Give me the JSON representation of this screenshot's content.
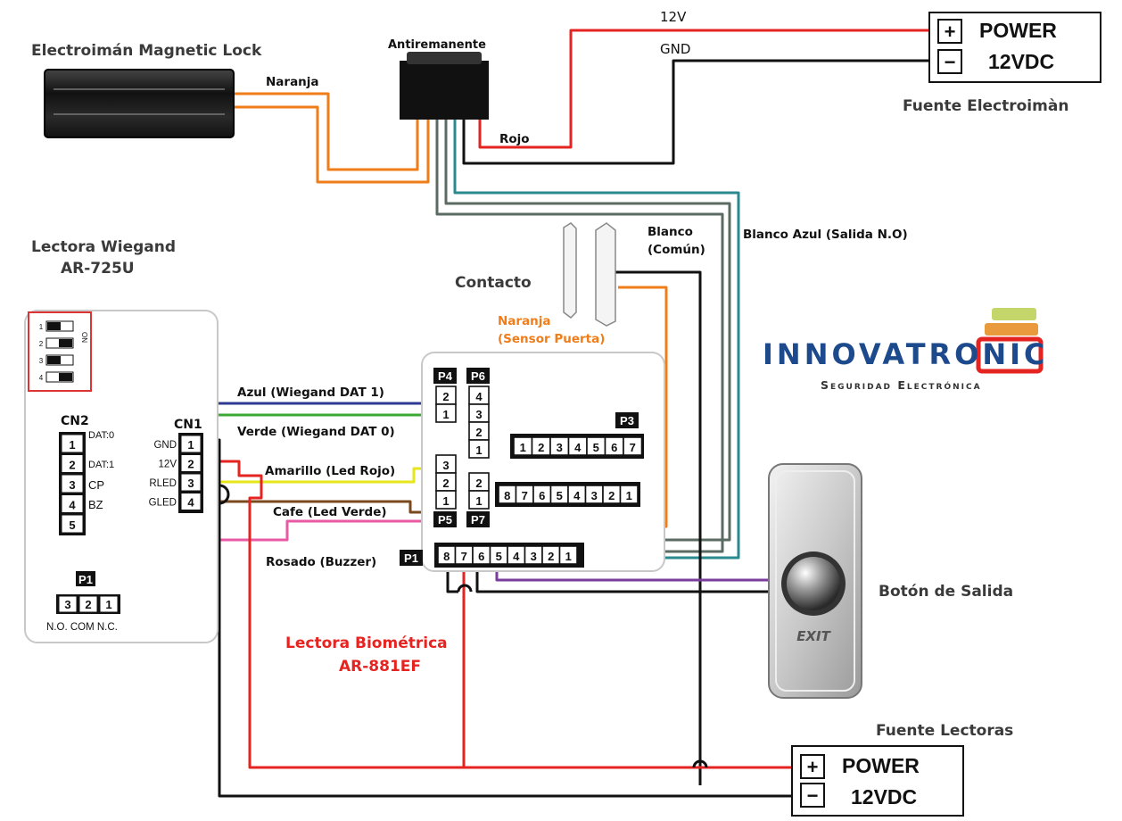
{
  "components": {
    "magnetic_lock": "Electroimán Magnetic Lock",
    "antiremanente": "Antiremanente",
    "power_lock": {
      "plus": "+",
      "minus": "−",
      "line1": "POWER",
      "line2": "12VDC",
      "caption": "Fuente Electroimàn"
    },
    "power_readers": {
      "plus": "+",
      "minus": "−",
      "line1": "POWER",
      "line2": "12VDC",
      "caption": "Fuente Lectoras"
    },
    "wiegand_reader": {
      "line1": "Lectora Wiegand",
      "line2": "AR-725U"
    },
    "biometric_reader": {
      "line1": "Lectora Biométrica",
      "line2": "AR-881EF"
    },
    "contact": "Contacto",
    "exit_button": {
      "label": "Botón de Salida",
      "text": "EXIT"
    },
    "logo": {
      "name": "INNOVATRONIC",
      "tagline": "Seguridad Electrónica"
    }
  },
  "wires": {
    "v12": "12V",
    "gnd": "GND",
    "naranja": "Naranja",
    "rojo": "Rojo",
    "blanco": "Blanco",
    "comun": "(Común)",
    "blanco_azul": "Blanco Azul (Salida N.O)",
    "naranja_sensor": "Naranja",
    "sensor_puerta": "(Sensor Puerta)",
    "azul": "Azul (Wiegand DAT 1)",
    "verde": "Verde (Wiegand DAT 0)",
    "amarillo": "Amarillo (Led Rojo)",
    "cafe": "Cafe (Led Verde)",
    "rosado": "Rosado (Buzzer)"
  },
  "wiegand_board": {
    "cn2": "CN2",
    "cn2_pins": [
      "1",
      "2",
      "3",
      "4",
      "5"
    ],
    "cn2_labels": [
      "DAT:0",
      "DAT:1",
      "CP",
      "BZ"
    ],
    "cn1": "CN1",
    "cn1_pins": [
      "1",
      "2",
      "3",
      "4"
    ],
    "cn1_labels": [
      "GND",
      "12V",
      "RLED",
      "GLED"
    ],
    "p1": "P1",
    "p1_pins": [
      "3",
      "2",
      "1"
    ],
    "p1_caption": "N.O. COM N.C.",
    "dip_on": "ON",
    "dip_nums": [
      "1",
      "2",
      "3",
      "4"
    ]
  },
  "biometric_board": {
    "p4": "P4",
    "p4_pins": [
      "2",
      "1"
    ],
    "p6": "P6",
    "p6_pins": [
      "4",
      "3",
      "2",
      "1"
    ],
    "p3": "P3",
    "p3_pins": [
      "1",
      "2",
      "3",
      "4",
      "5",
      "6",
      "7"
    ],
    "p5": "P5",
    "p5_pins": [
      "3",
      "2",
      "1"
    ],
    "p7": "P7",
    "p7_pins": [
      "2",
      "1"
    ],
    "row_pins": [
      "8",
      "7",
      "6",
      "5",
      "4",
      "3",
      "2",
      "1"
    ],
    "p1": "P1",
    "p1_pins": [
      "8",
      "7",
      "6",
      "5",
      "4",
      "3",
      "2",
      "1"
    ]
  },
  "colors": {
    "red": "#e52421",
    "black": "#111111",
    "orange": "#ef7d1a",
    "gray": "#5b6b63",
    "blue": "#2b3990",
    "green": "#3aaa35",
    "yellow": "#e6e61a",
    "brown": "#7a4a1e",
    "pink": "#e85aa4",
    "purple": "#7a3e9d",
    "teal": "#2a8a8f",
    "logo_blue": "#1d4a8c"
  }
}
